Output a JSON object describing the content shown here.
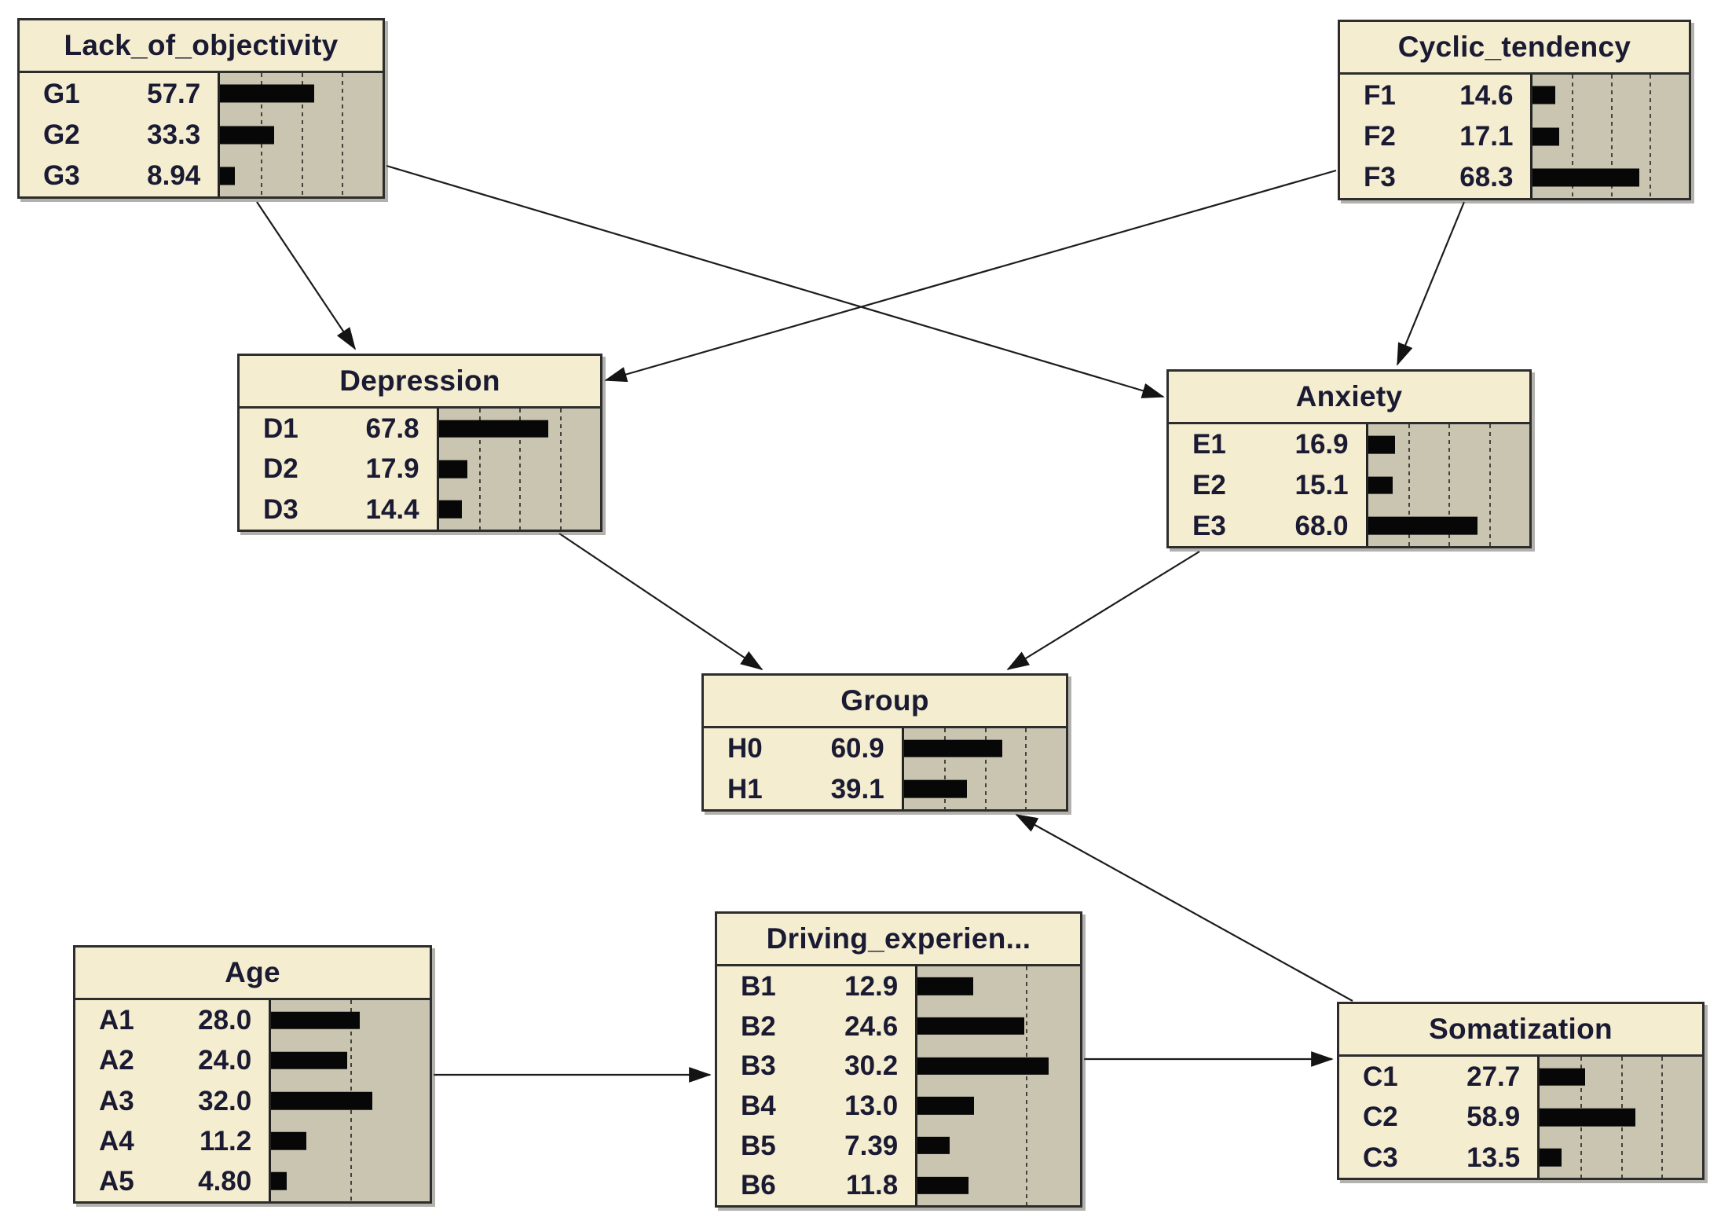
{
  "diagram": {
    "type": "bayesian-belief-network",
    "colors": {
      "node_fill": "#f4edd0",
      "bar_panel_fill": "#cac5b1",
      "bar_fill": "#070707",
      "border": "#2d2d2d",
      "text": "#1a1a33",
      "edge": "#1c1c1c"
    },
    "nodes": [
      {
        "id": "lack_of_objectivity",
        "title": "Lack_of_objectivity",
        "states": [
          {
            "label": "G1",
            "value": "57.7",
            "pct": 57.7
          },
          {
            "label": "G2",
            "value": "33.3",
            "pct": 33.3
          },
          {
            "label": "G3",
            "value": "8.94",
            "pct": 8.94
          }
        ],
        "axis": {
          "max": 100,
          "gridlines": [
            25,
            50,
            75
          ]
        }
      },
      {
        "id": "cyclic_tendency",
        "title": "Cyclic_tendency",
        "states": [
          {
            "label": "F1",
            "value": "14.6",
            "pct": 14.6
          },
          {
            "label": "F2",
            "value": "17.1",
            "pct": 17.1
          },
          {
            "label": "F3",
            "value": "68.3",
            "pct": 68.3
          }
        ],
        "axis": {
          "max": 100,
          "gridlines": [
            25,
            50,
            75
          ]
        }
      },
      {
        "id": "depression",
        "title": "Depression",
        "states": [
          {
            "label": "D1",
            "value": "67.8",
            "pct": 67.8
          },
          {
            "label": "D2",
            "value": "17.9",
            "pct": 17.9
          },
          {
            "label": "D3",
            "value": "14.4",
            "pct": 14.4
          }
        ],
        "axis": {
          "max": 100,
          "gridlines": [
            25,
            50,
            75
          ]
        }
      },
      {
        "id": "anxiety",
        "title": "Anxiety",
        "states": [
          {
            "label": "E1",
            "value": "16.9",
            "pct": 16.9
          },
          {
            "label": "E2",
            "value": "15.1",
            "pct": 15.1
          },
          {
            "label": "E3",
            "value": "68.0",
            "pct": 68.0
          }
        ],
        "axis": {
          "max": 100,
          "gridlines": [
            25,
            50,
            75
          ]
        }
      },
      {
        "id": "group",
        "title": "Group",
        "states": [
          {
            "label": "H0",
            "value": "60.9",
            "pct": 60.9
          },
          {
            "label": "H1",
            "value": "39.1",
            "pct": 39.1
          }
        ],
        "axis": {
          "max": 100,
          "gridlines": [
            25,
            50,
            75
          ]
        }
      },
      {
        "id": "age",
        "title": "Age",
        "states": [
          {
            "label": "A1",
            "value": "28.0",
            "pct": 28.0
          },
          {
            "label": "A2",
            "value": "24.0",
            "pct": 24.0
          },
          {
            "label": "A3",
            "value": "32.0",
            "pct": 32.0
          },
          {
            "label": "A4",
            "value": "11.2",
            "pct": 11.2
          },
          {
            "label": "A5",
            "value": "4.80",
            "pct": 4.8
          }
        ],
        "axis": {
          "max": 50,
          "gridlines": [
            25
          ]
        }
      },
      {
        "id": "driving_experience",
        "title": "Driving_experien...",
        "states": [
          {
            "label": "B1",
            "value": "12.9",
            "pct": 12.9
          },
          {
            "label": "B2",
            "value": "24.6",
            "pct": 24.6
          },
          {
            "label": "B3",
            "value": "30.2",
            "pct": 30.2
          },
          {
            "label": "B4",
            "value": "13.0",
            "pct": 13.0
          },
          {
            "label": "B5",
            "value": "7.39",
            "pct": 7.39
          },
          {
            "label": "B6",
            "value": "11.8",
            "pct": 11.8
          }
        ],
        "axis": {
          "max": 37.5,
          "gridlines": [
            25
          ]
        }
      },
      {
        "id": "somatization",
        "title": "Somatization",
        "states": [
          {
            "label": "C1",
            "value": "27.7",
            "pct": 27.7
          },
          {
            "label": "C2",
            "value": "58.9",
            "pct": 58.9
          },
          {
            "label": "C3",
            "value": "13.5",
            "pct": 13.5
          }
        ],
        "axis": {
          "max": 100,
          "gridlines": [
            25,
            50,
            75
          ]
        }
      }
    ],
    "edges": [
      {
        "from": "lack_of_objectivity",
        "to": "depression"
      },
      {
        "from": "lack_of_objectivity",
        "to": "anxiety"
      },
      {
        "from": "cyclic_tendency",
        "to": "depression"
      },
      {
        "from": "cyclic_tendency",
        "to": "anxiety"
      },
      {
        "from": "depression",
        "to": "group"
      },
      {
        "from": "anxiety",
        "to": "group"
      },
      {
        "from": "age",
        "to": "driving_experience"
      },
      {
        "from": "driving_experience",
        "to": "somatization"
      },
      {
        "from": "somatization",
        "to": "group"
      }
    ]
  }
}
